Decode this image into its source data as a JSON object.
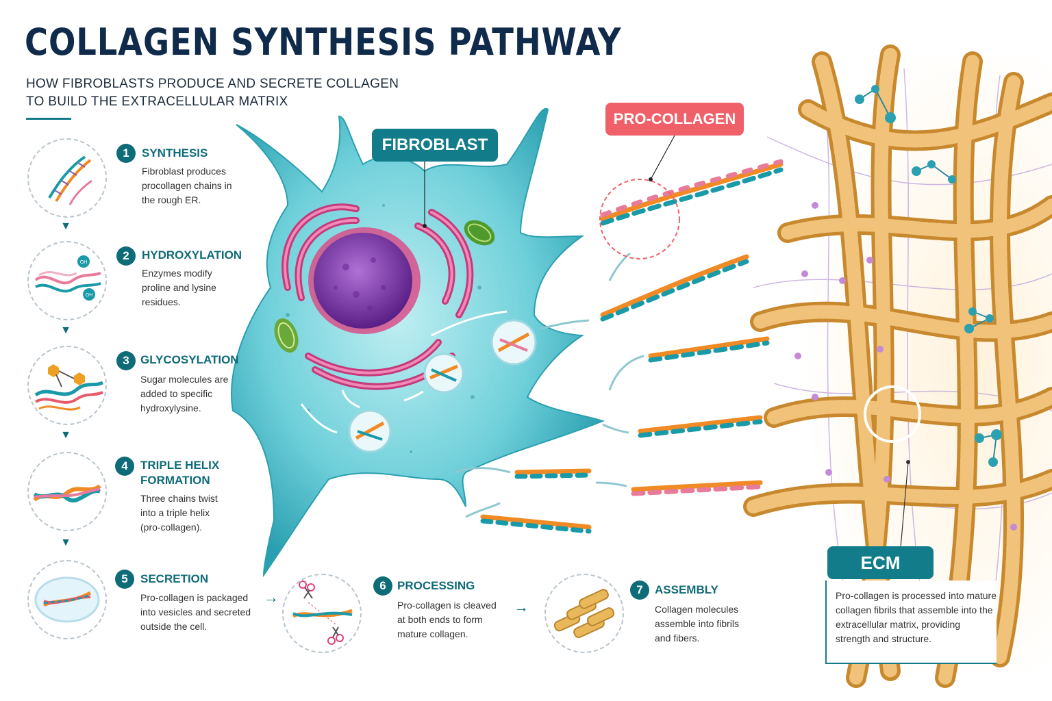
{
  "title": "COLLAGEN SYNTHESIS PATHWAY",
  "subtitle": {
    "line1": "HOW FIBROBLASTS PRODUCE AND SECRETE COLLAGEN",
    "line2": "TO BUILD THE EXTRACELLULAR MATRIX"
  },
  "labels": {
    "fibroblast": "FIBROBLAST",
    "procollagen": "PRO-COLLAGEN",
    "ecm": "ECM",
    "ecm_desc": "Pro-collagen is processed into mature collagen fibrils that assemble into the extracellular matrix, providing strength and structure.",
    "oh": "OH"
  },
  "steps": [
    {
      "num": "1",
      "title": "SYNTHESIS",
      "desc": "Fibroblast produces procollagen chains in the rough ER."
    },
    {
      "num": "2",
      "title": "HYDROXYLATION",
      "desc": "Enzymes modify proline and lysine residues."
    },
    {
      "num": "3",
      "title": "GLYCOSYLATION",
      "desc": "Sugar molecules are added to specific hydroxylysine."
    },
    {
      "num": "4",
      "title": "TRIPLE HELIX FORMATION",
      "desc": "Three chains twist into a triple helix (pro-collagen)."
    },
    {
      "num": "5",
      "title": "SECRETION",
      "desc": "Pro-collagen is packaged into vesicles and secreted outside the cell."
    },
    {
      "num": "6",
      "title": "PROCESSING",
      "desc": "Pro-collagen is cleaved at both ends to form mature collagen."
    },
    {
      "num": "7",
      "title": "ASSEMBLY",
      "desc": "Collagen molecules assemble into fibrils and fibers."
    }
  ],
  "colors": {
    "teal": "#137c8a",
    "navy": "#0f2a4a",
    "coral": "#f06068",
    "cell": "#5fc6d2",
    "nucleus": "#8a3fb0",
    "golgi": "#d8577e",
    "fiber": "#e0a84a",
    "strand_orange": "#f08a24",
    "strand_teal": "#1a9aa8",
    "strand_pink": "#e87a9a"
  },
  "icons": [
    "dna-icon",
    "chain-icon",
    "sugar-icon",
    "helix-icon",
    "vesicle-icon",
    "scissors-icon",
    "fibril-icon"
  ]
}
